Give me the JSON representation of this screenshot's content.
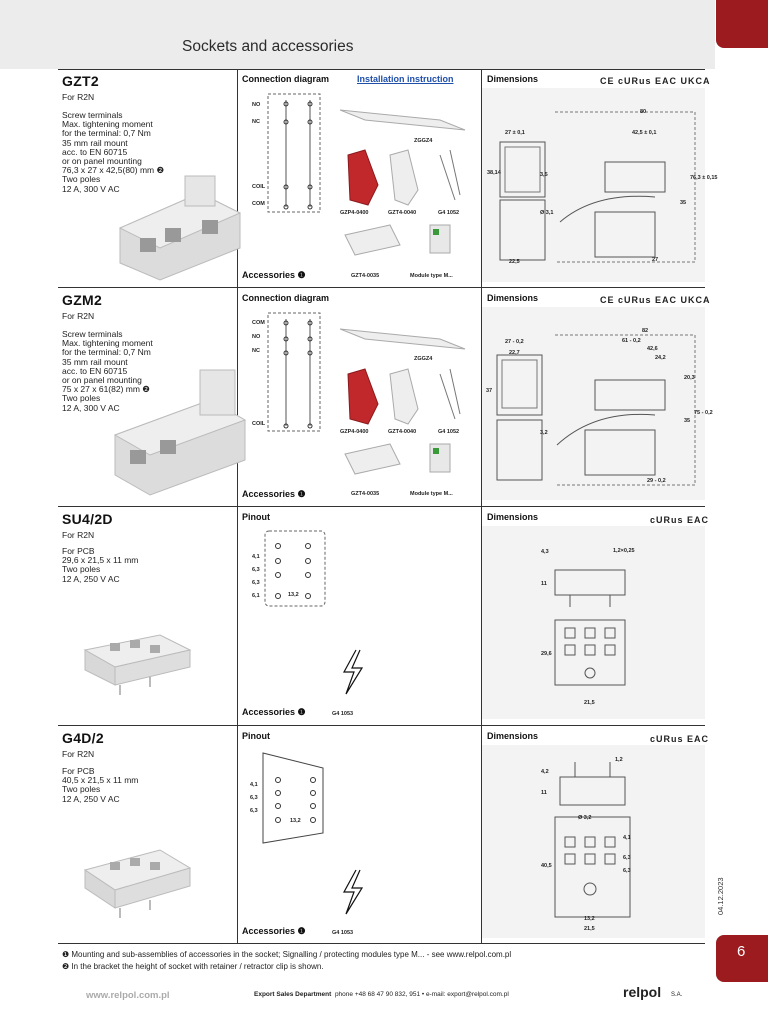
{
  "header": {
    "title": "Sockets and accessories"
  },
  "columns": {
    "connection": "Connection diagram",
    "pinout": "Pinout",
    "dimensions": "Dimensions",
    "accessories": "Accessories ❶",
    "install_link": "Installation instruction"
  },
  "products": [
    {
      "name": "GZT2",
      "for": "For R2N",
      "desc": "Screw terminals\nMax. tightening moment\nfor the terminal: 0,7 Nm\n35 mm rail mount\nacc. to EN 60715\nor on panel mounting\n76,3 x 27 x 42,5(80) mm ❷\nTwo poles\n12 A, 300 V AC",
      "certs": "CE cURus EAC UKCA",
      "pins": [
        "NO",
        "NC",
        "COIL",
        "COM"
      ],
      "acc": [
        "ZGGZ4",
        "GZP4-0400",
        "GZT4-0040",
        "G4 1052",
        "GZT4-0035",
        "Module type M..."
      ],
      "dims": [
        "80",
        "27 ± 0,1",
        "42,5 ± 0,1",
        "38,14",
        "3,5",
        "Ø 3,1",
        "22,5",
        "27",
        "35",
        "76,3 ± 0,15"
      ]
    },
    {
      "name": "GZM2",
      "for": "For R2N",
      "desc": "Screw terminals\nMax. tightening moment\nfor the terminal: 0,7 Nm\n35 mm rail mount\nacc. to EN 60715\nor on panel mounting\n75 x 27 x 61(82) mm ❷\nTwo poles\n12 A, 300 V AC",
      "certs": "CE cURus EAC UKCA",
      "pins": [
        "COM",
        "NO",
        "NC",
        "COIL"
      ],
      "acc": [
        "ZGGZ4",
        "GZP4-0400",
        "GZT4-0040",
        "G4 1052",
        "GZT4-0035",
        "Module type M..."
      ],
      "dims": [
        "82",
        "27 - 0,2",
        "61 - 0,2",
        "22,7",
        "42,6",
        "24,2",
        "37",
        "3,2",
        "20,3",
        "35",
        "75 - 0,2",
        "29 - 0,2"
      ]
    },
    {
      "name": "SU4/2D",
      "for": "For R2N",
      "desc": "For PCB\n29,6 x 21,5 x 11 mm\nTwo poles\n12 A, 250 V AC",
      "certs": "cURus EAC",
      "pin_dims": [
        "6,1",
        "6,3",
        "6,3",
        "4,1",
        "13,2"
      ],
      "acc": [
        "G4 1053"
      ],
      "dims": [
        "4,3",
        "1,2×0,25",
        "11",
        "29,6",
        "21,5"
      ]
    },
    {
      "name": "G4D/2",
      "for": "For R2N",
      "desc": "For PCB\n40,5 x 21,5 x 11 mm\nTwo poles\n12 A, 250 V AC",
      "certs": "cURus EAC",
      "pin_dims": [
        "6,3",
        "6,3",
        "4,1",
        "13,2"
      ],
      "acc": [
        "G4 1053"
      ],
      "dims": [
        "4,2",
        "1,2",
        "11",
        "Ø 3,2",
        "4,1",
        "6,3",
        "6,3",
        "40,5",
        "13,2",
        "21,5"
      ]
    }
  ],
  "footnotes": [
    "❶ Mounting and sub-assemblies of accessories in the socket; Signalling / protecting modules type M... - see www.relpol.com.pl",
    "❷ In the bracket the height of socket with retainer / retractor clip is shown."
  ],
  "footer": {
    "url": "www.relpol.com.pl",
    "dept": "Export Sales Department",
    "contact": "phone +48 68 47 90 832, 951 • e-mail: export@relpol.com.pl",
    "brand": "relpol",
    "brand_sa": "S.A.",
    "date": "04.12.2023",
    "page": "6"
  },
  "colors": {
    "accent": "#9b1b1e",
    "link": "#1f4fa8",
    "header_bg": "#ececec"
  }
}
